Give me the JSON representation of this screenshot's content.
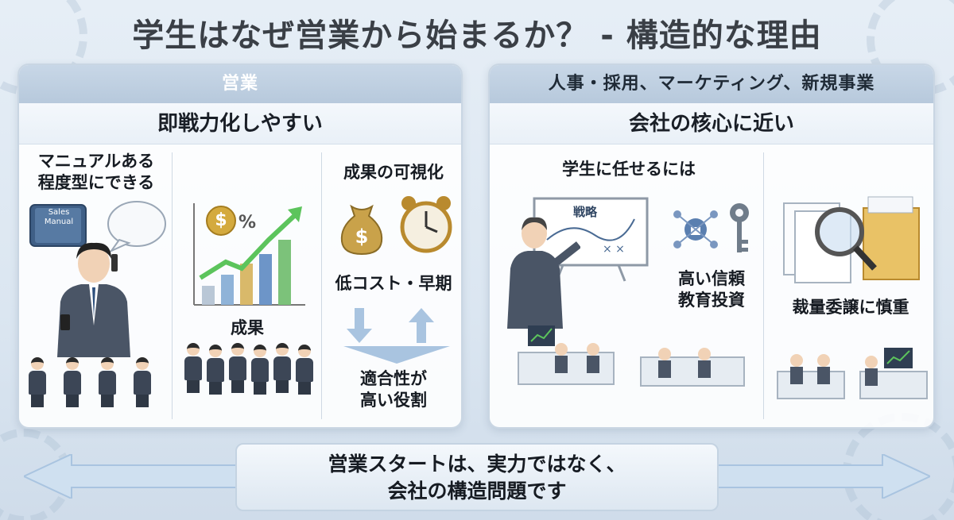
{
  "title": "学生はなぜ営業から始まるか？ - 構造的な理由",
  "left_panel": {
    "header": "営業",
    "subtitle": "即戦力化しやすい",
    "col1_label": "マニュアルある\n程度型にできる",
    "manual_label": "Sales\nManual",
    "col2_label": "成果",
    "percent_label": "%",
    "dollar_label": "$",
    "col3_label_top": "成果の可視化",
    "col3_label_mid": "低コスト・早期",
    "col3_label_bottom": "適合性が\n高い役割"
  },
  "right_panel": {
    "header": "人事・採用、マーケティング、新規事業",
    "subtitle": "会社の核心に近い",
    "col1_label": "学生に任せるには",
    "board_label": "戦略",
    "col1_side_label": "高い信頼\n教育投資",
    "col2_label": "裁量委譲に慎重"
  },
  "bottom": {
    "line1": "営業スタートは、実力ではなく、",
    "line2": "会社の構造問題です"
  },
  "colors": {
    "accent_blue": "#9fc0e0",
    "chart_green": "#5cc45c",
    "gold": "#c9a24a"
  }
}
